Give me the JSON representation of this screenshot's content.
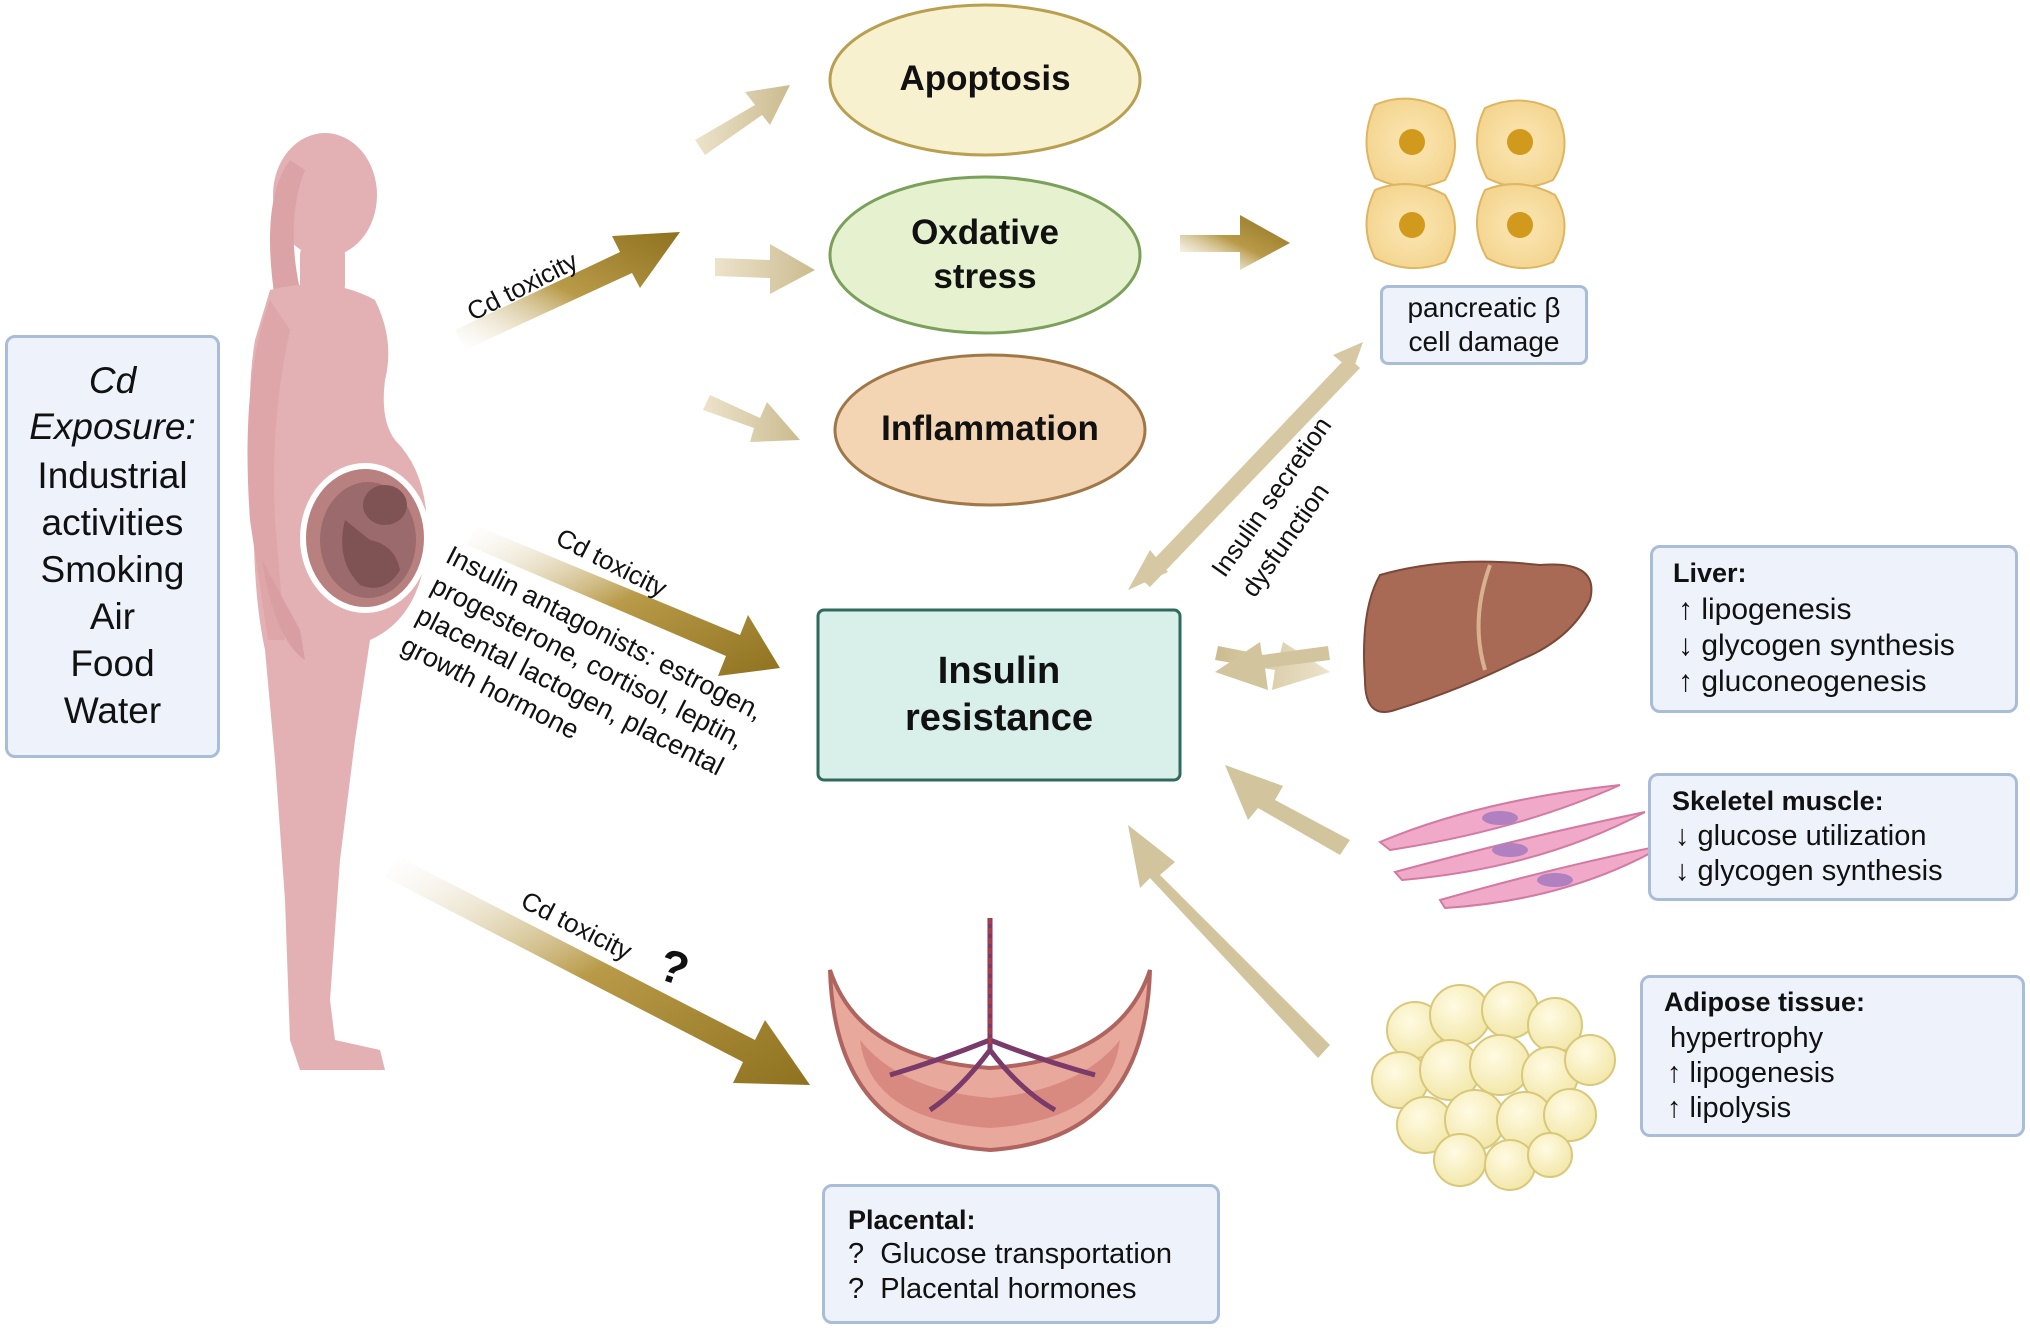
{
  "exposure": {
    "title_line1": "Cd",
    "title_line2": "Exposure:",
    "sources": [
      "Industrial",
      "activities",
      "Smoking",
      "Air",
      "Food",
      "Water"
    ]
  },
  "arrows": {
    "cd_toxicity_top": "Cd toxicity",
    "cd_toxicity_middle": "Cd toxicity",
    "cd_toxicity_bottom": "Cd toxicity",
    "question_mark": "?",
    "insulin_secretion_line1": "Insulin secretion",
    "insulin_secretion_line2": "dysfunction"
  },
  "antagonists": {
    "line1": "Insulin antagonists: estrogen,",
    "line2": "progesterone, cortisol, leptin,",
    "line3": "placental lactogen,  placental",
    "line4": "growth hormone"
  },
  "ovals": {
    "apoptosis": "Apoptosis",
    "oxidative_line1": "Oxdative",
    "oxidative_line2": "stress",
    "inflammation": "Inflammation"
  },
  "central": {
    "line1": "Insulin",
    "line2": "resistance"
  },
  "pancreas": {
    "line1": "pancreatic β",
    "line2": "cell damage"
  },
  "liver": {
    "title": "Liver:",
    "items": [
      "↑ lipogenesis",
      "↓ glycogen synthesis",
      "↑ gluconeogenesis"
    ]
  },
  "muscle": {
    "title": "Skeletel muscle:",
    "items": [
      "↓ glucose utilization",
      "↓ glycogen synthesis"
    ]
  },
  "adipose": {
    "title": "Adipose tissue:",
    "items": [
      "hypertrophy",
      "↑ lipogenesis",
      "↑ lipolysis"
    ]
  },
  "placental": {
    "title": "Placental:",
    "items": [
      "?  Glucose transportation",
      "?  Placental hormones"
    ]
  },
  "colors": {
    "strong_arrow": "#9c7f28",
    "light_arrow": "#d2c49c",
    "apoptosis_fill": "#f8f1cf",
    "oxidative_fill": "#e6f2cf",
    "inflammation_fill": "#f3d4b3",
    "central_fill": "#d8efea",
    "box_fill": "#eef2fa",
    "box_border": "#a9bcd8",
    "figure": "#e2aeb0"
  }
}
